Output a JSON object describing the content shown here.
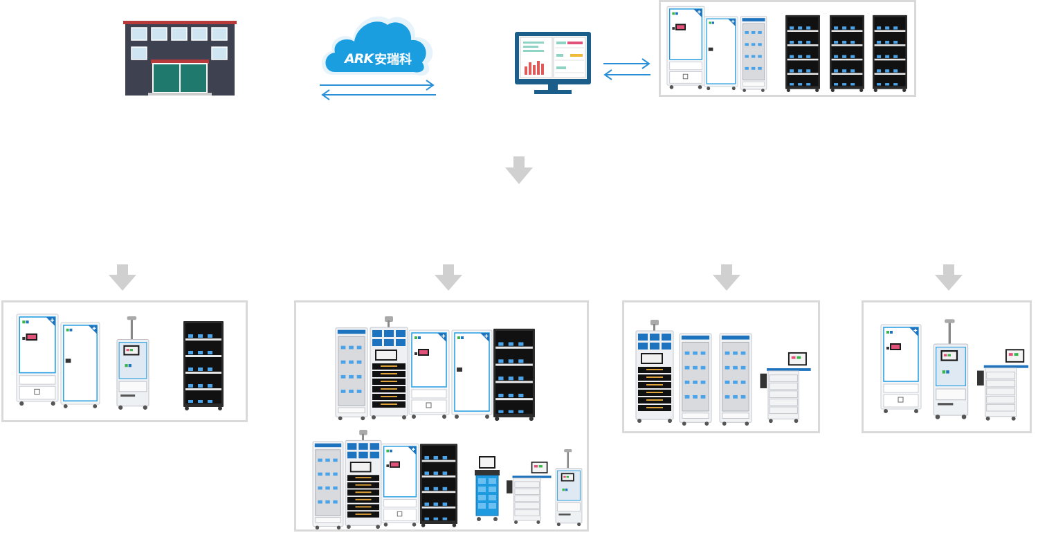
{
  "diagram": {
    "cloud_logo": {
      "brand": "ARK",
      "name": "安瑞科"
    },
    "icons": {
      "building": "hospital-building-icon",
      "cloud": "cloud-platform-icon",
      "monitor": "management-monitor-icon",
      "arrow_down": "down-arrow-icon",
      "arrow_bidirectional": "bidirectional-arrow-icon"
    },
    "colors": {
      "cloud": "#1a9ee0",
      "arrow_line": "#2a8fd6",
      "down_arrow": "#d0d0d0",
      "frame_border": "#d9d9d9",
      "cabinet_white": "#f4f6f8",
      "cabinet_dark": "#2b2b2b",
      "accent_blue": "#1e73be",
      "bin_blue": "#4aa3e8",
      "building_wall": "#3e4150",
      "building_door": "#1f7a6d",
      "monitor_frame": "#1c5e8a"
    },
    "groups": [
      {
        "id": "top-equipment-set"
      },
      {
        "id": "bottom-set-1"
      },
      {
        "id": "bottom-set-2"
      },
      {
        "id": "bottom-set-3"
      },
      {
        "id": "bottom-set-4"
      }
    ]
  }
}
